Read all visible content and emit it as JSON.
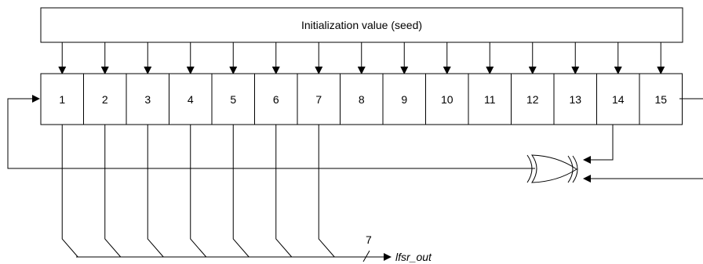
{
  "seed": {
    "label": "Initialization value (seed)"
  },
  "register": {
    "cells": [
      "1",
      "2",
      "3",
      "4",
      "5",
      "6",
      "7",
      "8",
      "9",
      "10",
      "11",
      "12",
      "13",
      "14",
      "15"
    ]
  },
  "output": {
    "bus_width": "7",
    "label": "lfsr_out"
  },
  "gate": {
    "type": "xor",
    "taps": [
      "14",
      "15"
    ]
  },
  "colors": {
    "line": "#000000",
    "background": "#ffffff"
  }
}
